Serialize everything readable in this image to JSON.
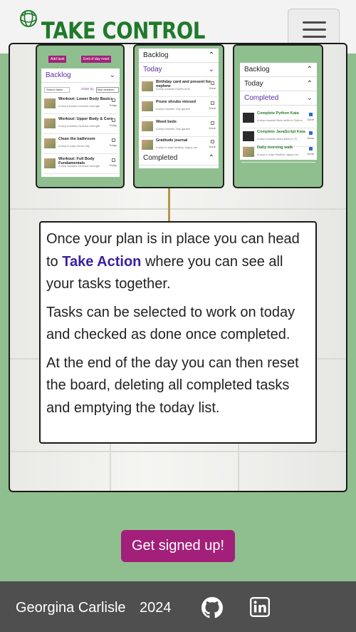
{
  "header": {
    "brand": "TAKE CONTROL",
    "menu_icon": "hamburger-menu-icon",
    "logo_icon": "globe-logo-icon",
    "colors": {
      "brand": "#1f7a2a",
      "bg": "#f3f3f3"
    }
  },
  "mockups": {
    "phone1": {
      "add_task": "Add task",
      "end_of_day": "End of day reset",
      "backlog": "Backlog",
      "search_placeholder": "Search tasks",
      "order_by": "Order by",
      "order_value": "Task deadline",
      "tasks": [
        {
          "title": "Workout: Lower Body Basics",
          "sub": "A step towards Increase strength",
          "tag": "Today"
        },
        {
          "title": "Workout: Upper Body & Core",
          "sub": "A step towards Increase strength",
          "tag": "Today"
        },
        {
          "title": "Clean the bathroom",
          "sub": "A step to stay House tidy",
          "tag": "Today"
        },
        {
          "title": "Workout: Full Body Fundamentals",
          "sub": "A step towards Increase strength",
          "tag": "Today"
        }
      ]
    },
    "phone2": {
      "backlog": "Backlog",
      "today": "Today",
      "completed": "Completed",
      "tasks": [
        {
          "title": "Birthday card and present for nephew",
          "sub": "A step towards Family time",
          "tag": "Done"
        },
        {
          "title": "Prune shrubs missed",
          "sub": "A step towards Tidy garden",
          "tag": "Done"
        },
        {
          "title": "Weed beds",
          "sub": "A step towards Tidy garden",
          "tag": "Done"
        },
        {
          "title": "Gratitude journal",
          "sub": "A step to stay Healthy, happy me",
          "tag": "Done"
        }
      ]
    },
    "phone3": {
      "backlog": "Backlog",
      "today": "Today",
      "completed": "Completed",
      "tasks": [
        {
          "title": "Complete Python Kata",
          "sub": "A step towards Build skills in Python",
          "tag": "Done"
        },
        {
          "title": "Complete JavaScript Kata",
          "sub": "A step towards Build skills in JS",
          "tag": "Done"
        },
        {
          "title": "Daily morning walk",
          "sub": "A step to stay Healthy, happy me",
          "tag": "Done"
        }
      ]
    }
  },
  "info": {
    "p1_before": "Once your plan is in place you can head to ",
    "p1_link": "Take Action",
    "p1_after": " where you can see all your tasks together.",
    "p2": "Tasks can be selected to work on today and checked as done once completed.",
    "p3": "At the end of the day you can then reset the board, deleting all completed tasks and emptying the today list."
  },
  "cta": {
    "label": "Get signed up!",
    "color": "#a3207a"
  },
  "footer": {
    "name": "Georgina Carlisle",
    "year": "2024",
    "github_icon": "github-icon",
    "linkedin_icon": "linkedin-icon"
  }
}
